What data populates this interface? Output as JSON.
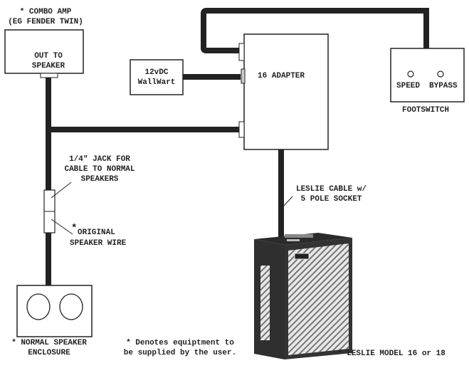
{
  "combo_amp": {
    "title_line1": "* COMBO AMP",
    "title_line2": "(EG FENDER TWIN)",
    "inner_line1": "OUT TO",
    "inner_line2": "SPEAKER"
  },
  "wallwart": {
    "line1": "12vDC",
    "line2": "WallWart"
  },
  "adapter": {
    "label": "16 ADAPTER"
  },
  "footswitch": {
    "speed": "SPEED",
    "bypass": "BYPASS",
    "label": "FOOTSWITCH"
  },
  "jack": {
    "line1": "1/4\" JACK FOR",
    "line2": "CABLE TO NORMAL",
    "line3": "SPEAKERS"
  },
  "original_wire": {
    "star": "*",
    "line1": "ORIGINAL",
    "line2": "SPEAKER WIRE"
  },
  "speaker_enclosure": {
    "line1": "* NORMAL SPEAKER",
    "line2": "ENCLOSURE"
  },
  "note": {
    "line1": "* Denotes equiptment to",
    "line2": "be supplied by the user."
  },
  "leslie_cable": {
    "line1": "LESLIE CABLE w/",
    "line2": "5 POLE SOCKET"
  },
  "leslie": {
    "label": "* LESLIE MODEL 16 or 18"
  },
  "colors": {
    "cable": "#222222",
    "outline": "#222222",
    "background": "#ffffff"
  }
}
